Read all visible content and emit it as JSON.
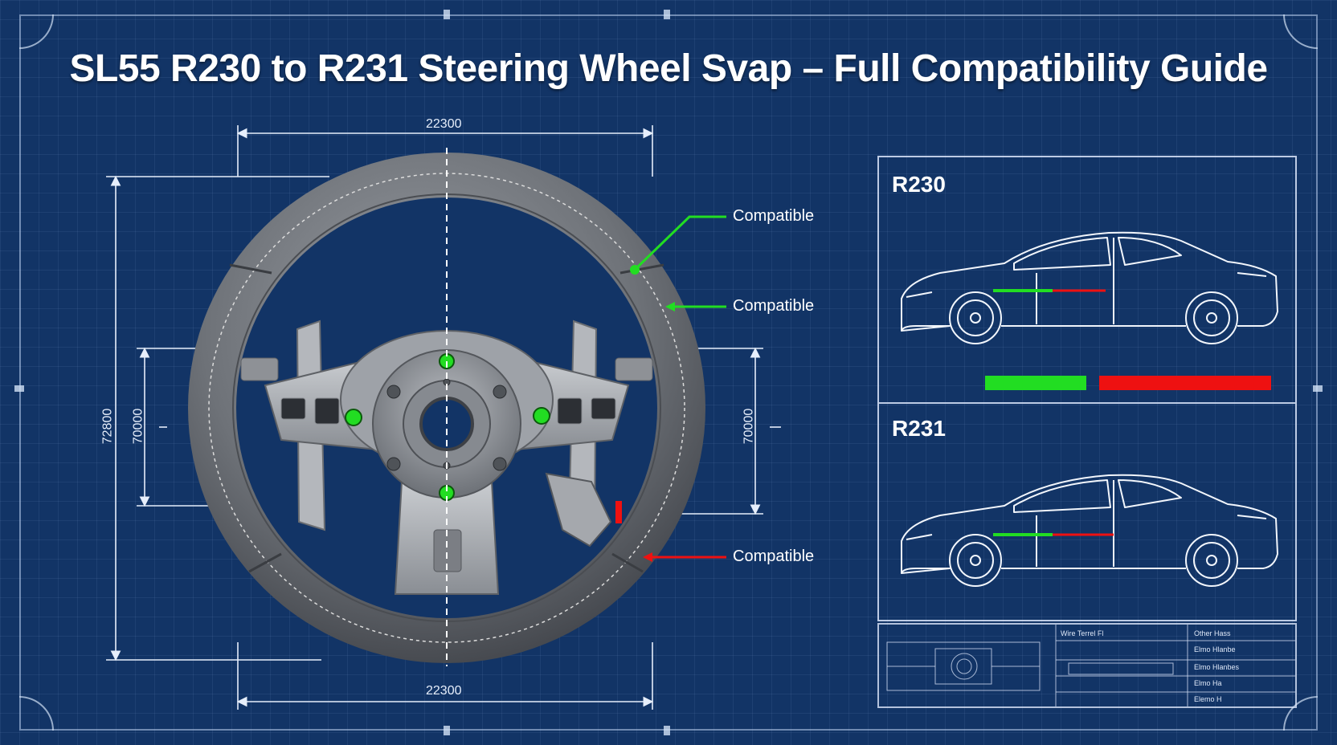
{
  "title": "SL55 R230 to R231 Steering Wheel Svap – Full Compatibility Guide",
  "dimensions": {
    "top_width": "22300",
    "bottom_width": "22300",
    "left_outer_height": "72800",
    "left_inner_height": "70000",
    "right_inner_height": "70000"
  },
  "callouts": [
    {
      "label": "Compatible",
      "status": "compatible",
      "color": "#22dd22"
    },
    {
      "label": "Compatible",
      "status": "compatible",
      "color": "#22dd22"
    },
    {
      "label": "Compatible",
      "status": "incompatible",
      "color": "#ee1111"
    }
  ],
  "panel": {
    "top_model": "R230",
    "bottom_model": "R231",
    "compat_color": "#22dd22",
    "incompat_color": "#ee1111"
  },
  "title_block": {
    "col1_header": "Wire Terrel Fl",
    "col2_header": "Other Hass",
    "col2_rows": [
      "Elmo Hlanbe",
      "Elmo Hlanbes",
      "Elmo Ha",
      "Elemo H"
    ]
  },
  "colors": {
    "background": "#123466",
    "line": "#dfe8f8",
    "compatible": "#22dd22",
    "incompatible": "#ee1111"
  }
}
